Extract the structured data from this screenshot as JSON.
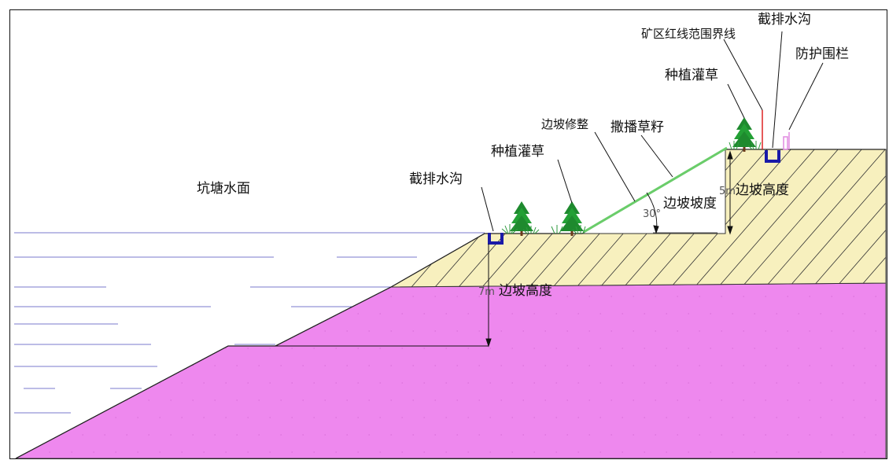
{
  "labels": {
    "pond_water_surface": "坑塘水面",
    "lower_drainage_ditch": "截排水沟",
    "lower_shrub_grass": "种植灌草",
    "slope_trimming": "边坡修整",
    "grass_seeding": "撒播草籽",
    "slope_gradient": "边坡坡度",
    "slope_angle": "30°",
    "upper_shrub_grass": "种植灌草",
    "mine_boundary": "矿区红线范围界线",
    "upper_drainage_ditch": "截排水沟",
    "protective_fence": "防护围栏",
    "upper_slope_height_value": "5m",
    "upper_slope_height_label": "边坡高度",
    "lower_slope_height_value": "7m",
    "lower_slope_height_label": "边坡高度"
  },
  "colors": {
    "soil_fill": "#f7f0be",
    "rock_fill": "#ee88ee",
    "water_line": "#7a7acc",
    "ditch": "#1a1aa8",
    "boundary_line": "#dd2222",
    "fence": "#e08ae0",
    "tree": "#1e8a2e",
    "grass_strip": "#6acd6a"
  },
  "icons": {
    "tree": "conifer-tree-icon",
    "shrub": "shrub-icon",
    "ditch": "u-channel-ditch-icon",
    "fence": "fence-post-icon"
  }
}
